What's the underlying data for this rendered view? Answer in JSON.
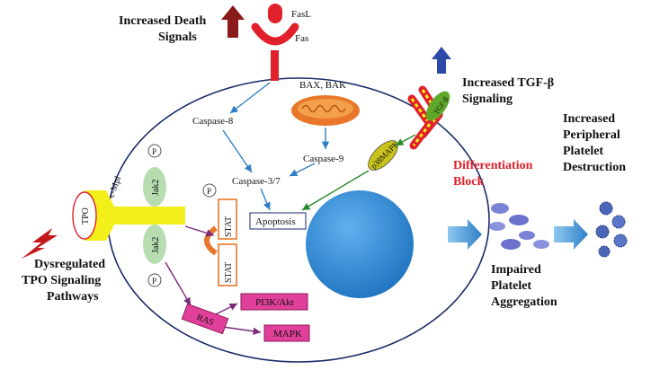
{
  "labels": {
    "fasl": "FasL",
    "fas": "Fas",
    "death_1": "Increased Death",
    "death_2": "Signals",
    "bax_bak": "BAX, BAK",
    "caspase8": "Caspase-8",
    "caspase9": "Caspase-9",
    "caspase37": "Caspase-3/7",
    "apoptosis": "Apoptosis",
    "tgf_1": "Increased TGF-β",
    "tgf_2": "Signaling",
    "tgf_receptor": "TGF-β",
    "p38": "p38MAPK",
    "diff_1": "Differentiation",
    "diff_2": "Block",
    "destr_1": "Increased",
    "destr_2": "Peripheral",
    "destr_3": "Platelet",
    "destr_4": "Destruction",
    "agg_1": "Impaired",
    "agg_2": "Platelet",
    "agg_3": "Aggregation",
    "cmpl": "c-Mpl",
    "tpo": "TPO",
    "p_top": "P",
    "p_stat": "P",
    "p_bottom": "P",
    "jak2_top": "Jak2",
    "jak2_bottom": "Jak2",
    "stat_top": "STAT",
    "stat_bottom": "STAT",
    "dysreg_1": "Dysregulated",
    "dysreg_2": "TPO Signaling",
    "dysreg_3": "Pathways",
    "ras": "RAS",
    "pi3k": "PI3K/Akt",
    "mapk": "MAPK"
  },
  "colors": {
    "death_arrow": "#8b1a1a",
    "tgf_arrow": "#2e4aa8",
    "fas_receptor": "#e0202a",
    "receptor_yellow": "#f2ef1a",
    "jak_green": "#b6dcb0",
    "nucleus": "#2f8bd6",
    "pink_box": "#e0409a",
    "arrow_blue": "#2f7fc6",
    "arrow_green": "#2a8a2a",
    "arrow_purple": "#7a2a7a",
    "diff_red": "#e0202a"
  }
}
